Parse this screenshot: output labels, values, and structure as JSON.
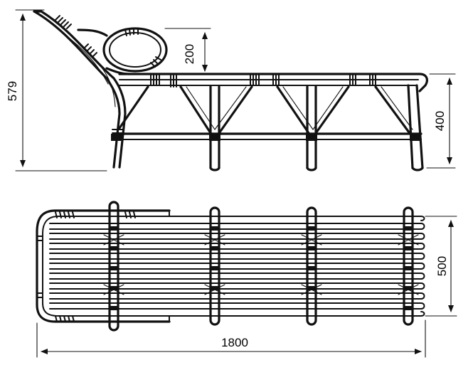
{
  "diagram": {
    "dimensions": {
      "backrest_height": "579",
      "headrest_height": "200",
      "bed_height": "400",
      "total_length": "1800",
      "total_width": "500"
    }
  }
}
